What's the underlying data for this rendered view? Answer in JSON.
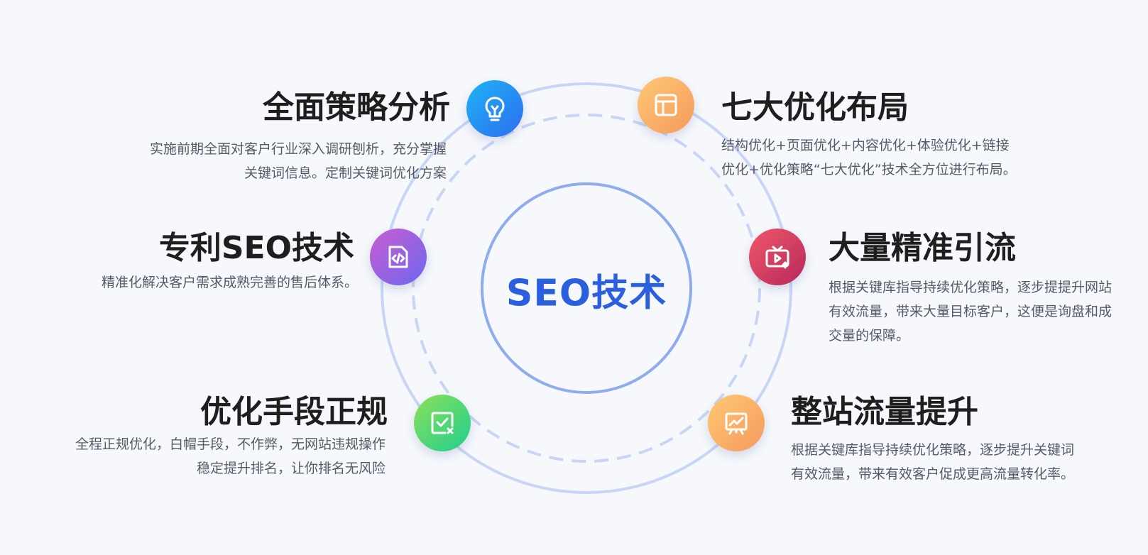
{
  "center": {
    "label": "SEO技术"
  },
  "colors": {
    "ring": "#c8d6f6",
    "inner_ring": "#8eacee",
    "center_text": "#2a5fe0"
  },
  "items": [
    {
      "title": "全面策略分析",
      "lines": [
        "实施前期全面对客户行业深入调研刨析，充分掌握",
        "关键词信息。定制关键词优化方案"
      ],
      "icon": "lightbulb-icon",
      "gradient": [
        "#1fb4f5",
        "#2c6df0"
      ]
    },
    {
      "title": "七大优化布局",
      "lines": [
        "结构优化+页面优化+内容优化+体验优化+链接",
        "优化+优化策略“七大优化”技术全方位进行布局。"
      ],
      "icon": "layout-icon",
      "gradient": [
        "#ffc873",
        "#f59a5e"
      ]
    },
    {
      "title": "专利SEO技术",
      "lines": [
        "精准化解决客户需求成熟完善的售后体系。"
      ],
      "icon": "code-file-icon",
      "gradient": [
        "#c85ed0",
        "#6e66f0"
      ]
    },
    {
      "title": "大量精准引流",
      "lines": [
        "根据关键库指导持续优化策略，逐步提提升网站",
        "有效流量，带来大量目标客户，这便是询盘和成",
        "交量的保障。"
      ],
      "icon": "tv-play-icon",
      "gradient": [
        "#f0566a",
        "#b52a5a"
      ]
    },
    {
      "title": "优化手段正规",
      "lines": [
        "全程正规优化，白帽手段，不作弊，无网站违规操作",
        "稳定提升排名，让你排名无风险"
      ],
      "icon": "checklist-icon",
      "gradient": [
        "#8de05a",
        "#1ecf8e"
      ]
    },
    {
      "title": "整站流量提升",
      "lines": [
        "根据关键库指导持续优化策略，逐步提升关键词",
        "有效流量，带来有效客户促成更高流量转化率。"
      ],
      "icon": "chart-board-icon",
      "gradient": [
        "#ffc873",
        "#f59a5e"
      ]
    }
  ]
}
